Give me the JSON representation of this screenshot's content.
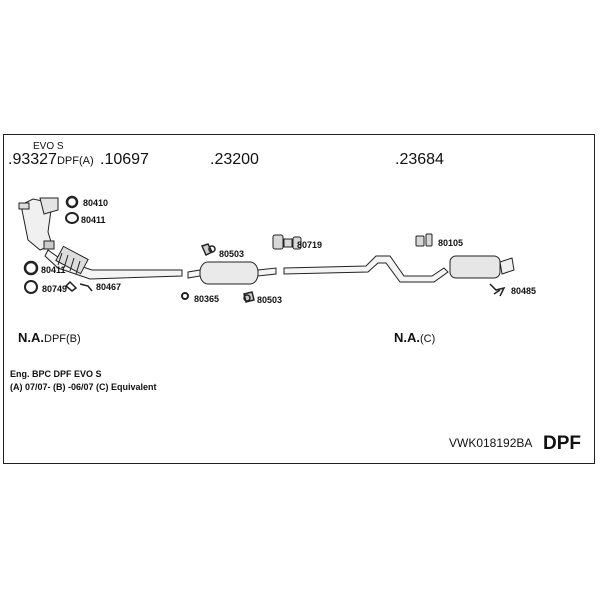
{
  "header": {
    "evo_label": "EVO S",
    "part_main_number": ".93327",
    "part_main_suffix": "DPF(A)",
    "part_2": ".10697",
    "part_3": ".23200",
    "part_4": ".23684"
  },
  "refs": {
    "r80410": "80410",
    "r80411a": "80411",
    "r80411b": "80411",
    "r80749": "80749",
    "r80467": "80467",
    "r80503a": "80503",
    "r80365": "80365",
    "r80503b": "80503",
    "r80719": "80719",
    "r80105": "80105",
    "r80485": "80485"
  },
  "na": {
    "left_main": "N.A.",
    "left_sub": "DPF(B)",
    "right_main": "N.A.",
    "right_sub": "(C)"
  },
  "notes": {
    "line1": "Eng. BPC   DPF EVO S",
    "line2": "(A) 07/07- (B) -06/07 (C) Equivalent"
  },
  "footer": {
    "code": "VWK018192BA",
    "type": "DPF"
  }
}
